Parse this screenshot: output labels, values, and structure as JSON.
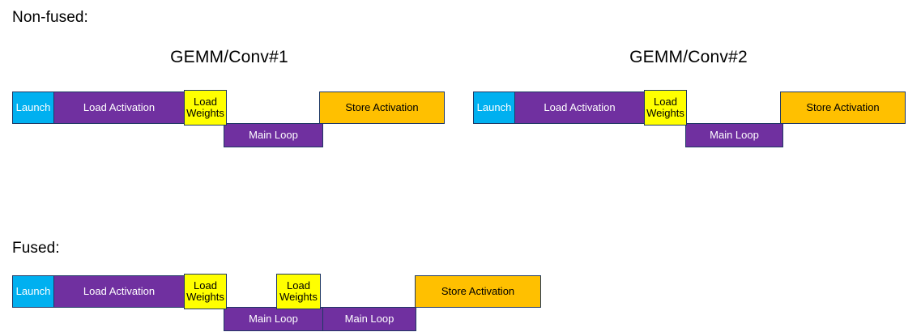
{
  "figure": {
    "background_color": "#FFFFFF",
    "palette": {
      "launch": "#00B0F0",
      "load_activation": "#7030A0",
      "load_weights": "#FFFF00",
      "main_loop": "#7030A0",
      "store_activation": "#FFC000",
      "border": "#1F3864",
      "text_dark": "#000000",
      "text_light": "#FFFFFF"
    }
  },
  "sections": {
    "nonfused": {
      "label": "Non-fused:",
      "kernels": [
        {
          "title": "GEMM/Conv#1"
        },
        {
          "title": "GEMM/Conv#2"
        }
      ]
    },
    "fused": {
      "label": "Fused:"
    }
  },
  "timelines": [
    {
      "id": "nonfused-kernel-1",
      "bars": [
        {
          "name": "launch",
          "label": "Launch"
        },
        {
          "name": "load-activation",
          "label": "Load Activation"
        },
        {
          "name": "load-weights",
          "label": "Load\nWeights"
        },
        {
          "name": "main-loop",
          "label": "Main Loop"
        },
        {
          "name": "store-activation",
          "label": "Store Activation"
        }
      ]
    },
    {
      "id": "nonfused-kernel-2",
      "bars": [
        {
          "name": "launch",
          "label": "Launch"
        },
        {
          "name": "load-activation",
          "label": "Load Activation"
        },
        {
          "name": "load-weights",
          "label": "Load\nWeights"
        },
        {
          "name": "main-loop",
          "label": "Main Loop"
        },
        {
          "name": "store-activation",
          "label": "Store Activation"
        }
      ]
    },
    {
      "id": "fused-kernel",
      "bars": [
        {
          "name": "launch",
          "label": "Launch"
        },
        {
          "name": "load-activation",
          "label": "Load Activation"
        },
        {
          "name": "load-weights-1",
          "label": "Load\nWeights"
        },
        {
          "name": "load-weights-2",
          "label": "Load\nWeights"
        },
        {
          "name": "main-loop-1",
          "label": "Main Loop"
        },
        {
          "name": "main-loop-2",
          "label": "Main Loop"
        },
        {
          "name": "store-activation",
          "label": "Store Activation"
        }
      ]
    }
  ]
}
